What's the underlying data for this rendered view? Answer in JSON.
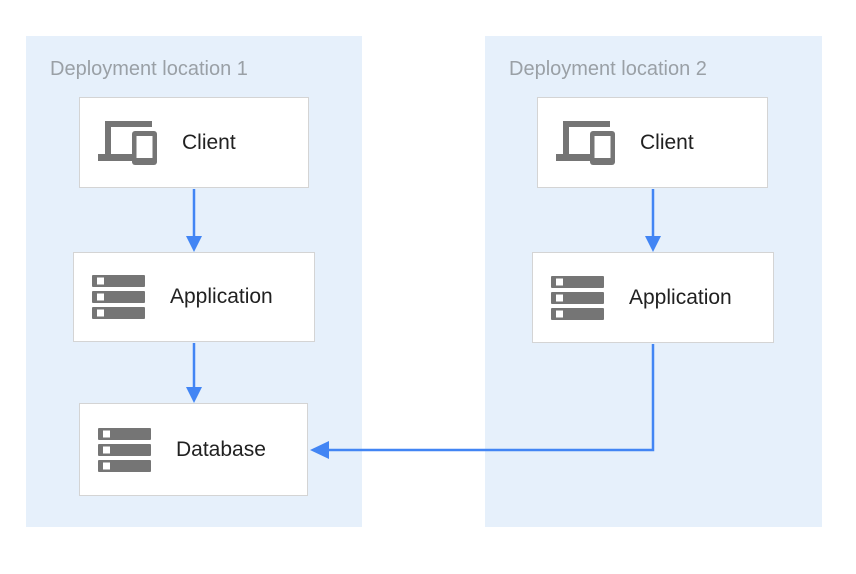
{
  "diagram": {
    "zones": [
      {
        "title": "Deployment location 1",
        "nodes": [
          {
            "id": "zone1-client",
            "label": "Client",
            "icon": "devices-icon"
          },
          {
            "id": "zone1-application",
            "label": "Application",
            "icon": "server-stack-icon"
          },
          {
            "id": "zone1-database",
            "label": "Database",
            "icon": "server-stack-icon"
          }
        ]
      },
      {
        "title": "Deployment location 2",
        "nodes": [
          {
            "id": "zone2-client",
            "label": "Client",
            "icon": "devices-icon"
          },
          {
            "id": "zone2-application",
            "label": "Application",
            "icon": "server-stack-icon"
          }
        ]
      }
    ],
    "edges": [
      {
        "from": "zone1-client",
        "to": "zone1-application",
        "style": "arrow-down"
      },
      {
        "from": "zone1-application",
        "to": "zone1-database",
        "style": "arrow-down"
      },
      {
        "from": "zone2-client",
        "to": "zone2-application",
        "style": "arrow-down"
      },
      {
        "from": "zone2-application",
        "to": "zone1-database",
        "style": "elbow-arrow-left"
      }
    ],
    "colors": {
      "zone_bg": "#e6f0fb",
      "zone_title": "#9aa0a6",
      "box_bg": "#ffffff",
      "box_border": "#d4d4d4",
      "icon_gray": "#757575",
      "arrow_blue": "#4285f4",
      "label_text": "#212121"
    }
  }
}
